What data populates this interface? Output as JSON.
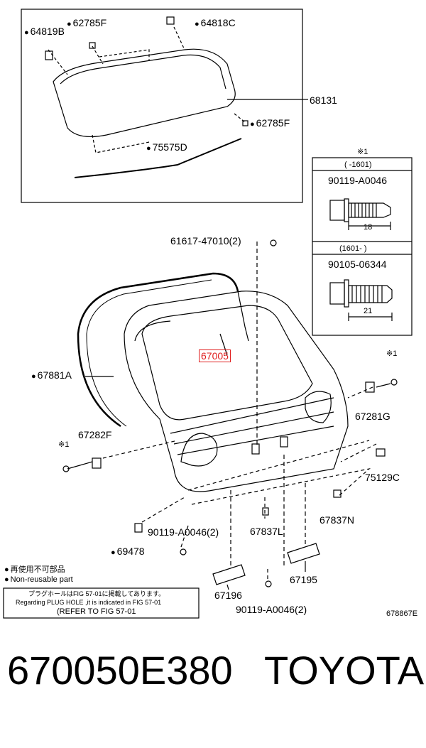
{
  "labels": {
    "p64819b": "64819B",
    "p62785f_top": "62785F",
    "p64818c": "64818C",
    "p68131": "68131",
    "p62785f_right": "62785F",
    "p75575d": "75575D",
    "p61617": "61617-47010(2)",
    "p67005": "67005",
    "p67881a": "67881A",
    "p67282f": "67282F",
    "p67281g": "67281G",
    "p75129c": "75129C",
    "p67837n": "67837N",
    "p67837l": "67837L",
    "p90119_left": "90119-A0046(2)",
    "p69478": "69478",
    "p67195": "67195",
    "p67196": "67196",
    "p90119_bottom": "90119-A0046(2)",
    "asterisk_left": "※1",
    "asterisk_right": "※1"
  },
  "detail_box": {
    "note_mark": "※1",
    "upper_range": "( -1601)",
    "upper_part": "90119-A0046",
    "upper_dim": "18",
    "lower_range": "(1601- )",
    "lower_part": "90105-06344",
    "lower_dim": "21"
  },
  "legend": {
    "jp": "再使用不可部品",
    "en": "Non-reusable part"
  },
  "note_box": {
    "line1": "プラグホールはFIG 57-01に掲載してあります。",
    "line2": "Regarding PLUG HOLE ,it is indicated in FIG 57-01",
    "line3": "(REFER TO FIG 57-01"
  },
  "figure_code": "678867E",
  "footer": {
    "part_number": "670050E380",
    "brand": "TOYOTA"
  },
  "colors": {
    "highlight": "#e02020"
  }
}
